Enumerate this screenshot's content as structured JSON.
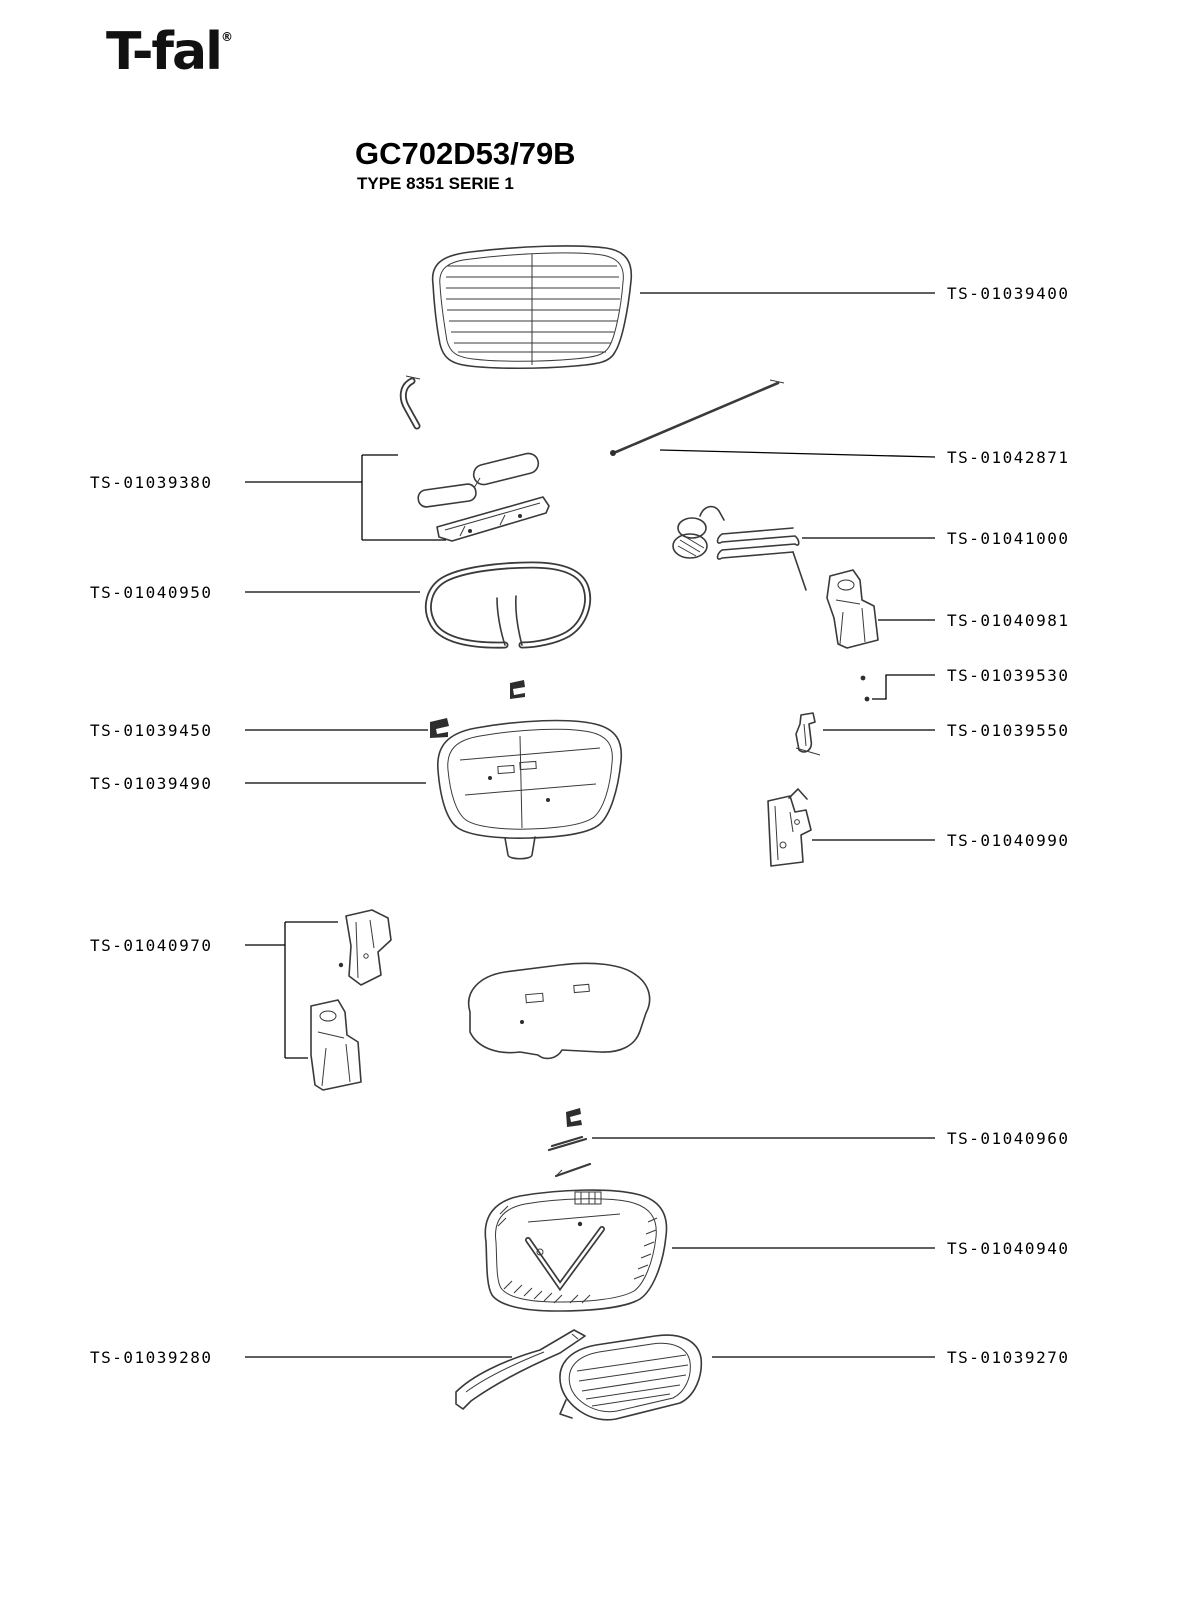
{
  "logo": {
    "text": "T-fal",
    "registered": "®"
  },
  "header": {
    "title": "GC702D53/79B",
    "subtitle": "TYPE 8351 SERIE 1"
  },
  "diagram_type": "exploded-parts-diagram",
  "parts": [
    {
      "id": "TS-01039400",
      "label": "TS-01039400",
      "side": "right",
      "component": "lid-grill-plate"
    },
    {
      "id": "TS-01042871",
      "label": "TS-01042871",
      "side": "right",
      "component": "long-rod"
    },
    {
      "id": "TS-01039380",
      "label": "TS-01039380",
      "side": "left",
      "component": "handle-assembly"
    },
    {
      "id": "TS-01041000",
      "label": "TS-01041000",
      "side": "right",
      "component": "thermostat-element"
    },
    {
      "id": "TS-01040950",
      "label": "TS-01040950",
      "side": "left",
      "component": "heating-element"
    },
    {
      "id": "TS-01040981",
      "label": "TS-01040981",
      "side": "right",
      "component": "hinge-foot"
    },
    {
      "id": "TS-01039530",
      "label": "TS-01039530",
      "side": "right",
      "component": "screws"
    },
    {
      "id": "TS-01039450",
      "label": "TS-01039450",
      "side": "left",
      "component": "clip"
    },
    {
      "id": "TS-01039550",
      "label": "TS-01039550",
      "side": "right",
      "component": "latch"
    },
    {
      "id": "TS-01039490",
      "label": "TS-01039490",
      "side": "left",
      "component": "frame-plate"
    },
    {
      "id": "TS-01040990",
      "label": "TS-01040990",
      "side": "right",
      "component": "bracket"
    },
    {
      "id": "TS-01040970",
      "label": "TS-01040970",
      "side": "left",
      "component": "bracket-foot-assembly"
    },
    {
      "id": "TS-01040960",
      "label": "TS-01040960",
      "side": "right",
      "component": "screw-pins"
    },
    {
      "id": "TS-01040940",
      "label": "TS-01040940",
      "side": "right",
      "component": "base-housing"
    },
    {
      "id": "TS-01039280",
      "label": "TS-01039280",
      "side": "left",
      "component": "bottom-strip"
    },
    {
      "id": "TS-01039270",
      "label": "TS-01039270",
      "side": "right",
      "component": "bottom-tray"
    }
  ]
}
